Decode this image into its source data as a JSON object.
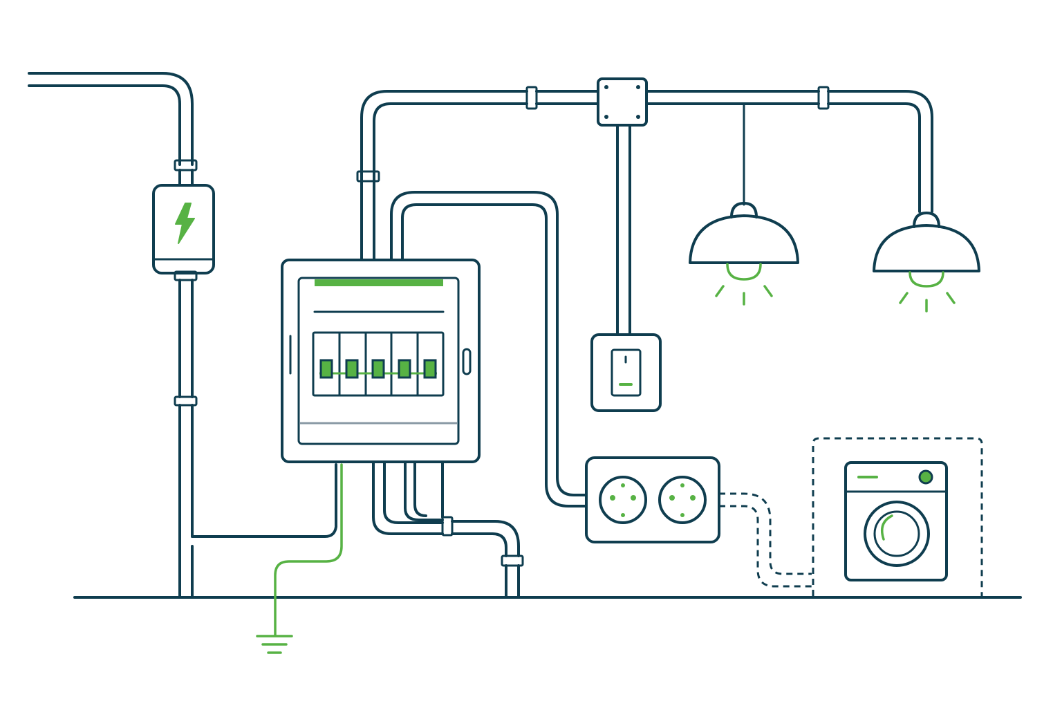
{
  "diagram": {
    "elements": [
      {
        "name": "service-line",
        "icon": "power-line"
      },
      {
        "name": "electric-meter",
        "icon": "lightning-icon"
      },
      {
        "name": "distribution-board",
        "icon": "breaker-panel-icon",
        "breaker_count": 5
      },
      {
        "name": "junction-box",
        "icon": "junction-box-icon"
      },
      {
        "name": "ceiling-lamp-left",
        "icon": "pendant-lamp-icon"
      },
      {
        "name": "ceiling-lamp-right",
        "icon": "pendant-lamp-icon"
      },
      {
        "name": "wall-switch",
        "icon": "light-switch-icon"
      },
      {
        "name": "double-socket",
        "icon": "power-outlet-icon",
        "outlet_count": 2
      },
      {
        "name": "washing-machine",
        "icon": "washing-machine-icon"
      },
      {
        "name": "ground-connection",
        "icon": "ground-symbol-icon"
      }
    ],
    "colors": {
      "line": "#0f3d4f",
      "accent": "#57b244",
      "background": "#ffffff"
    }
  }
}
